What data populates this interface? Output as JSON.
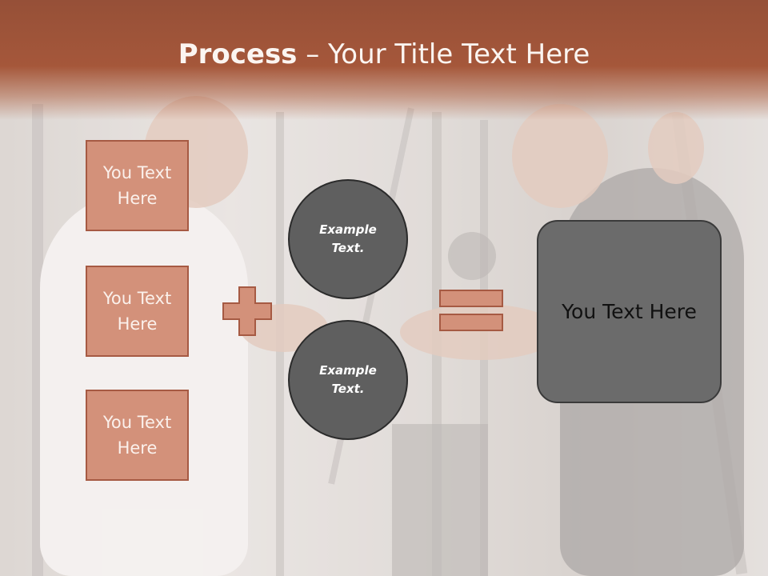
{
  "slide": {
    "title_bold": "Process",
    "title_rest": " – Your Title Text Here"
  },
  "boxes": [
    {
      "label": "You Text Here"
    },
    {
      "label": "You Text Here"
    },
    {
      "label": "You Text Here"
    }
  ],
  "circles": [
    {
      "label": "Example Text."
    },
    {
      "label": "Example Text."
    }
  ],
  "result": {
    "label": "You Text Here"
  },
  "colors": {
    "title_bar": "#a5573a",
    "box_fill": "#d3917a",
    "box_border": "#a65a43",
    "circle_fill": "#5f5f5f",
    "result_fill": "#6b6b6b"
  },
  "icons": [
    "plus-icon",
    "equals-icon"
  ],
  "background": {
    "description_icon": "gym-photo"
  }
}
